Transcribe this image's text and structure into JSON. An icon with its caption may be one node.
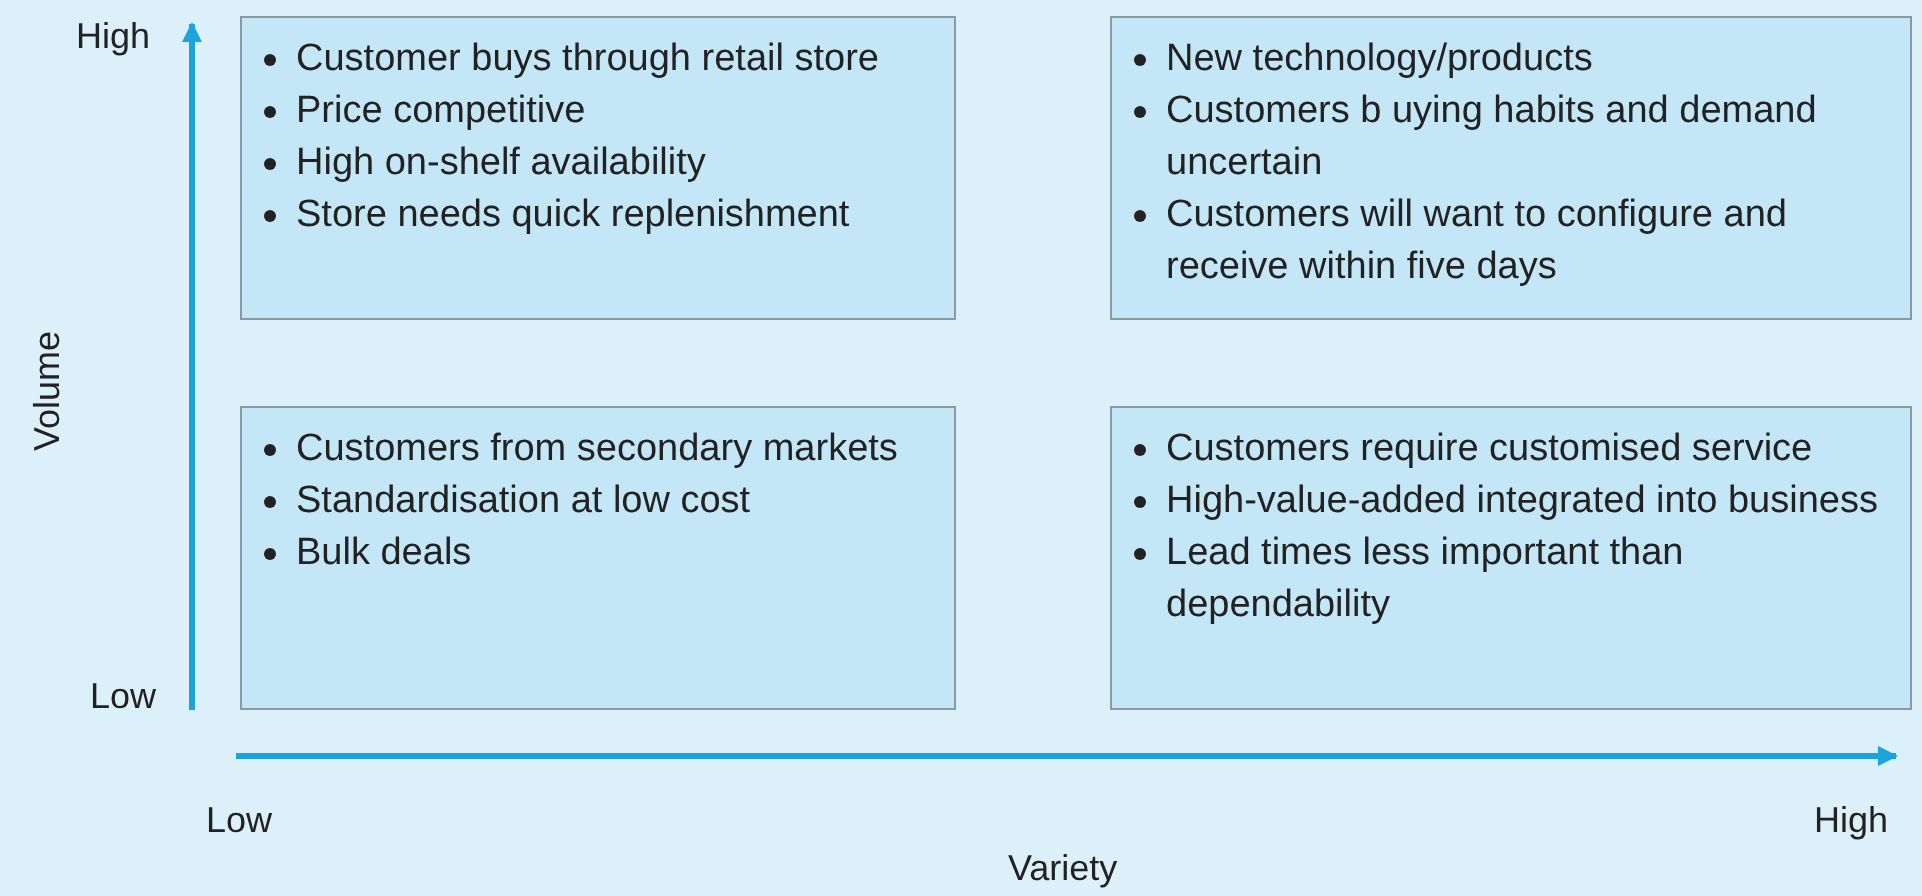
{
  "diagram": {
    "nodes": [
      {
        "text": [
          "Customer buys through retail store",
          "Price competitive",
          "High on-shelf availability",
          "Store needs quick replenishment"
        ]
      },
      {
        "text": [
          "New technology/products",
          "Customers b uying habits and demand uncertain",
          "Customers will want to configure and receive within five days"
        ]
      },
      {
        "text": [
          "Customers from secondary markets",
          "Standardisation at low cost",
          "Bulk deals"
        ]
      },
      {
        "text": [
          "Customers require customised service",
          "High-value-added integrated into business",
          "Lead times less important than dependability"
        ]
      }
    ],
    "labels": [
      "High",
      "Volume",
      "Low",
      "Low",
      "High",
      "Variety"
    ]
  }
}
